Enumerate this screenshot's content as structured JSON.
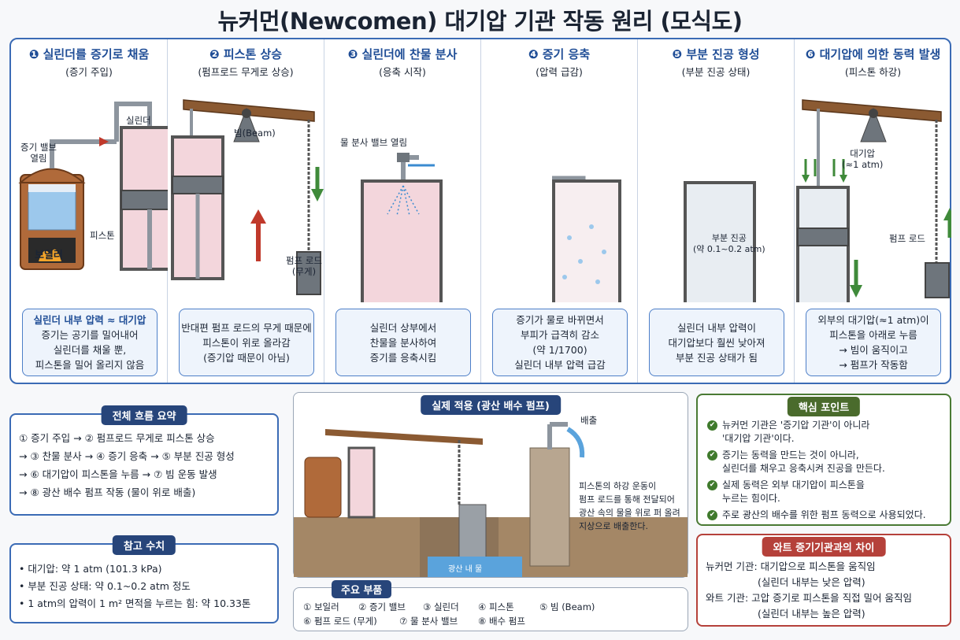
{
  "title": "뉴커먼(Newcomen) 대기압 기관 작동 원리 (모식도)",
  "steps": [
    {
      "title": "❶ 실린더를 증기로 채움",
      "sub": "(증기 주입)",
      "desc": [
        "실린더 내부 압력 ≈ 대기압",
        "증기는 공기를 밀어내어",
        "실린더를 채울 뿐,",
        "피스톤을 밀어 올리지 않음"
      ],
      "labels": {
        "valve": "증기 밸브",
        "valve2": "열림",
        "cylinder": "실린더",
        "boiler": "보일러",
        "piston": "피스톤"
      }
    },
    {
      "title": "❷ 피스톤 상승",
      "sub": "(펌프로드 무게로 상승)",
      "desc": [
        "반대편 펌프 로드의 무게 때문에",
        "피스톤이 위로 올라감",
        "(증기압 때문이 아님)"
      ],
      "labels": {
        "beam": "빔(Beam)",
        "rod": "펌프 로드",
        "rod2": "(무게)"
      }
    },
    {
      "title": "❸ 실린더에 찬물 분사",
      "sub": "(응축 시작)",
      "desc": [
        "실린더 상부에서",
        "찬물을 분사하여",
        "증기를 응축시킴"
      ],
      "labels": {
        "valve": "물 분사 밸브 열림"
      }
    },
    {
      "title": "❹ 증기 응축",
      "sub": "(압력 급감)",
      "desc": [
        "증기가 물로 바뀌면서",
        "부피가 급격히 감소",
        "(약 1/1700)",
        "실린더 내부 압력 급감"
      ]
    },
    {
      "title": "❺ 부분 진공 형성",
      "sub": "(부분 진공 상태)",
      "desc": [
        "실린더 내부 압력이",
        "대기압보다 훨씬 낮아져",
        "부분 진공 상태가 됨"
      ],
      "labels": {
        "vac": "부분 진공",
        "vac2": "(약 0.1~0.2 atm)"
      }
    },
    {
      "title": "❻ 대기압에 의한 동력 발생",
      "sub": "(피스톤 하강)",
      "desc": [
        "외부의 대기압(≈1 atm)이",
        "피스톤을 아래로 누름",
        "→ 빔이 움직이고",
        "→ 펌프가 작동함"
      ],
      "labels": {
        "atm": "대기압",
        "atm2": "(≈1 atm)",
        "rod": "펌프 로드"
      }
    }
  ],
  "flow": {
    "head": "전체 흐름 요약",
    "lines": [
      "① 증기 주입 → ② 펌프로드 무게로 피스톤 상승",
      "→ ③ 찬물 분사 → ④ 증기 응축 → ⑤ 부분 진공 형성",
      "→ ⑥ 대기압이 피스톤을 누름 → ⑦ 빔 운동 발생",
      "→ ⑧ 광산 배수 펌프 작동 (물이 위로 배출)"
    ]
  },
  "reference": {
    "head": "참고 수치",
    "lines": [
      "• 대기압: 약 1 atm (101.3 kPa)",
      "• 부분 진공 상태: 약 0.1~0.2 atm 정도",
      "• 1 atm의 압력이 1 m² 면적을 누르는 힘: 약 10.33톤"
    ]
  },
  "application": {
    "head": "실제 적용 (광산 배수 펌프)",
    "outflow": "배출",
    "mine_water": "광산 내 물",
    "desc": [
      "피스톤의 하강 운동이",
      "펌프 로드를 통해 전달되어",
      "광산 속의 물을 위로 퍼 올려",
      "지상으로 배출한다."
    ]
  },
  "parts": {
    "head": "주요 부품",
    "row1": [
      "① 보일러",
      "② 증기 밸브",
      "③ 실린더",
      "④ 피스톤",
      "⑤ 빔 (Beam)"
    ],
    "row2": [
      "⑥ 펌프 로드 (무게)",
      "⑦ 물 분사 밸브",
      "⑧ 배수 펌프"
    ]
  },
  "keypoints": {
    "head": "핵심 포인트",
    "items": [
      [
        "뉴커먼 기관은 '증기압 기관'이 아니라",
        "'대기압 기관'이다."
      ],
      [
        "증기는 동력을 만드는 것이 아니라,",
        "실린더를 채우고 응축시켜 진공을 만든다."
      ],
      [
        "실제 동력은 외부 대기압이 피스톤을",
        "누르는 힘이다."
      ],
      [
        "주로 광산의 배수를 위한 펌프 동력으로 사용되었다."
      ]
    ]
  },
  "watt": {
    "head": "와트 증기기관과의 차이",
    "lines": [
      "뉴커먼 기관: 대기압으로 피스톤을 움직임",
      "(실린더 내부는 낮은 압력)",
      "와트 기관: 고압 증기로 피스톤을 직접 밀어 움직임",
      "(실린더 내부는 높은 압력)"
    ]
  },
  "colors": {
    "accent": "#1f4d96",
    "border": "#3b6bb5",
    "green": "#4a7a34",
    "red": "#b5413a",
    "steam": "#f3d6dc",
    "water": "#8cc4ec"
  }
}
